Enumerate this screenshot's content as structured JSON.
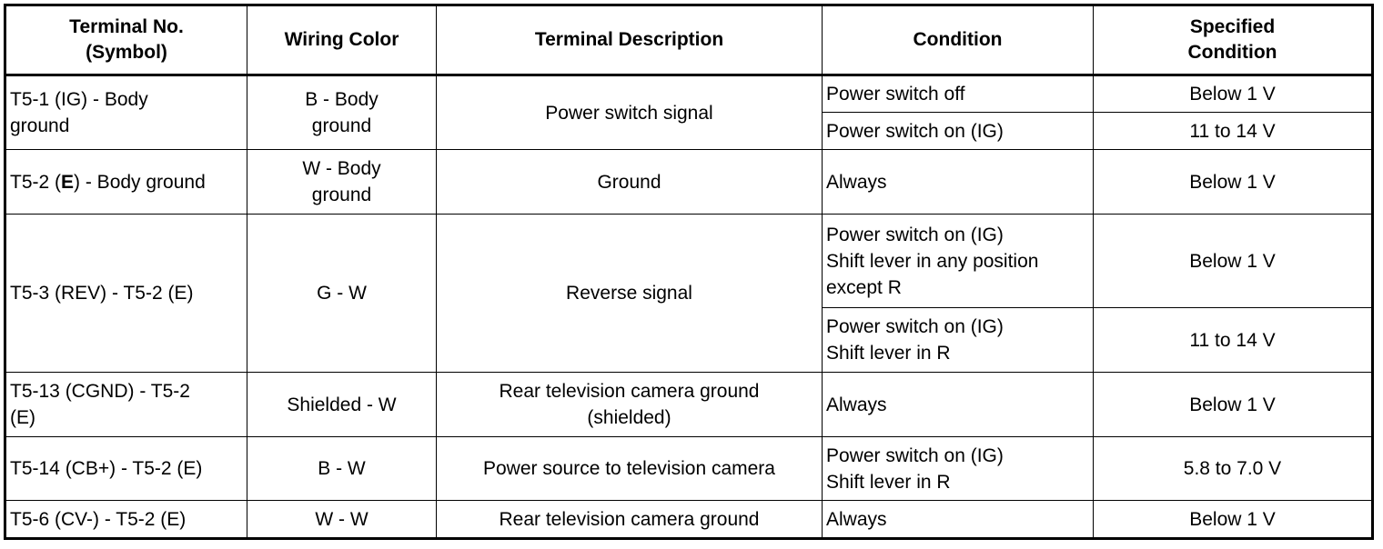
{
  "headers": {
    "terminal": "Terminal No.\n(Symbol)",
    "wiring": "Wiring Color",
    "description": "Terminal Description",
    "condition": "Condition",
    "specified": "Specified\nCondition"
  },
  "rows": {
    "r1": {
      "terminal": "T5-1 (IG) - Body\nground",
      "wiring": "B - Body\nground",
      "description": "Power switch signal",
      "cond1": "Power switch off",
      "spec1": "Below 1 V",
      "cond2": "Power switch on (IG)",
      "spec2": "11 to 14 V"
    },
    "r2": {
      "terminal_a": "T5-2 (",
      "terminal_b": "E",
      "terminal_c": ") - Body ground",
      "wiring": "W - Body\nground",
      "description": "Ground",
      "cond": "Always",
      "spec": "Below 1 V"
    },
    "r3": {
      "terminal": "T5-3 (REV) - T5-2 (E)",
      "wiring": "G - W",
      "description": "Reverse signal",
      "cond1": "Power switch on (IG)\nShift lever in any position\nexcept R",
      "spec1": "Below 1 V",
      "cond2": "Power switch on (IG)\nShift lever in R",
      "spec2": "11 to 14 V"
    },
    "r4": {
      "terminal": "T5-13 (CGND) - T5-2\n(E)",
      "wiring": "Shielded - W",
      "description": "Rear television camera ground\n(shielded)",
      "cond": "Always",
      "spec": "Below 1 V"
    },
    "r5": {
      "terminal": "T5-14 (CB+) - T5-2 (E)",
      "wiring": "B - W",
      "description": "Power source to television camera",
      "cond": "Power switch on (IG)\nShift lever in R",
      "spec": "5.8 to 7.0 V"
    },
    "r6": {
      "terminal": "T5-6 (CV-) - T5-2 (E)",
      "wiring": "W - W",
      "description": "Rear television camera ground",
      "cond": "Always",
      "spec": "Below 1 V"
    }
  }
}
